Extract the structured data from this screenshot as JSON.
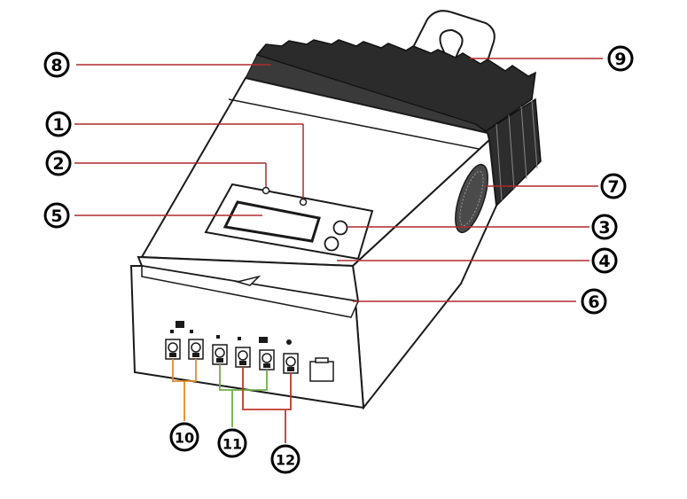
{
  "diagram": {
    "colors": {
      "outline": "#1a1a1a",
      "heatsink": "#2b2b2b",
      "leader_red": "#b02a2a",
      "bracket_orange": "#e08a2c",
      "bracket_green": "#6fae45",
      "bracket_red": "#c0392b"
    },
    "callouts": {
      "c1": "1",
      "c2": "2",
      "c3": "3",
      "c4": "4",
      "c5": "5",
      "c6": "6",
      "c7": "7",
      "c8": "8",
      "c9": "9",
      "c10": "10",
      "c11": "11",
      "c12": "12"
    }
  }
}
